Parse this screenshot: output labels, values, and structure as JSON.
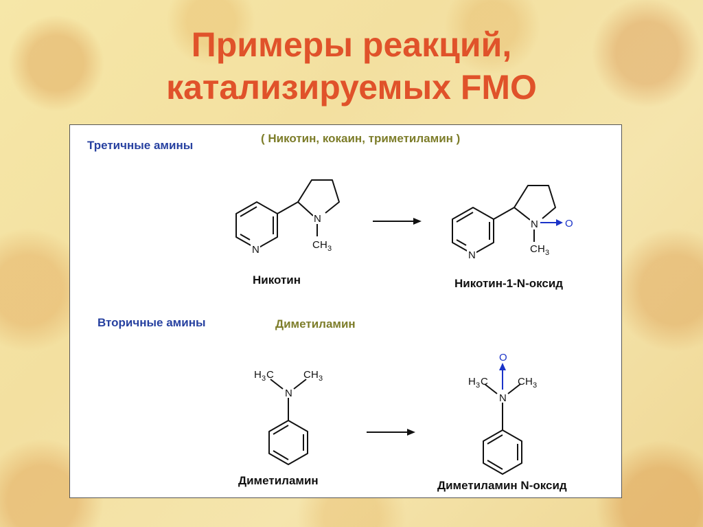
{
  "slide": {
    "title_line1": "Примеры реакций,",
    "title_line2": "катализируемых FMO"
  },
  "section1": {
    "heading": "Третичные амины",
    "examples": "(  Никотин, кокаин, триметиламин  )",
    "reactant_name": "Никотин",
    "product_name": "Никотин-1-N-оксид"
  },
  "section2": {
    "heading": "Вторичные амины",
    "example": "Диметиламин",
    "reactant_name": "Диметиламин",
    "product_name": "Диметиламин N-оксид"
  },
  "atoms": {
    "N": "N",
    "O": "O",
    "C": "C",
    "H": "H",
    "sub3": "3"
  },
  "colors": {
    "title": "#e0522a",
    "heading": "#2741a0",
    "examples": "#7d7d2a",
    "n_oxide_arrow": "#1a33c8"
  }
}
